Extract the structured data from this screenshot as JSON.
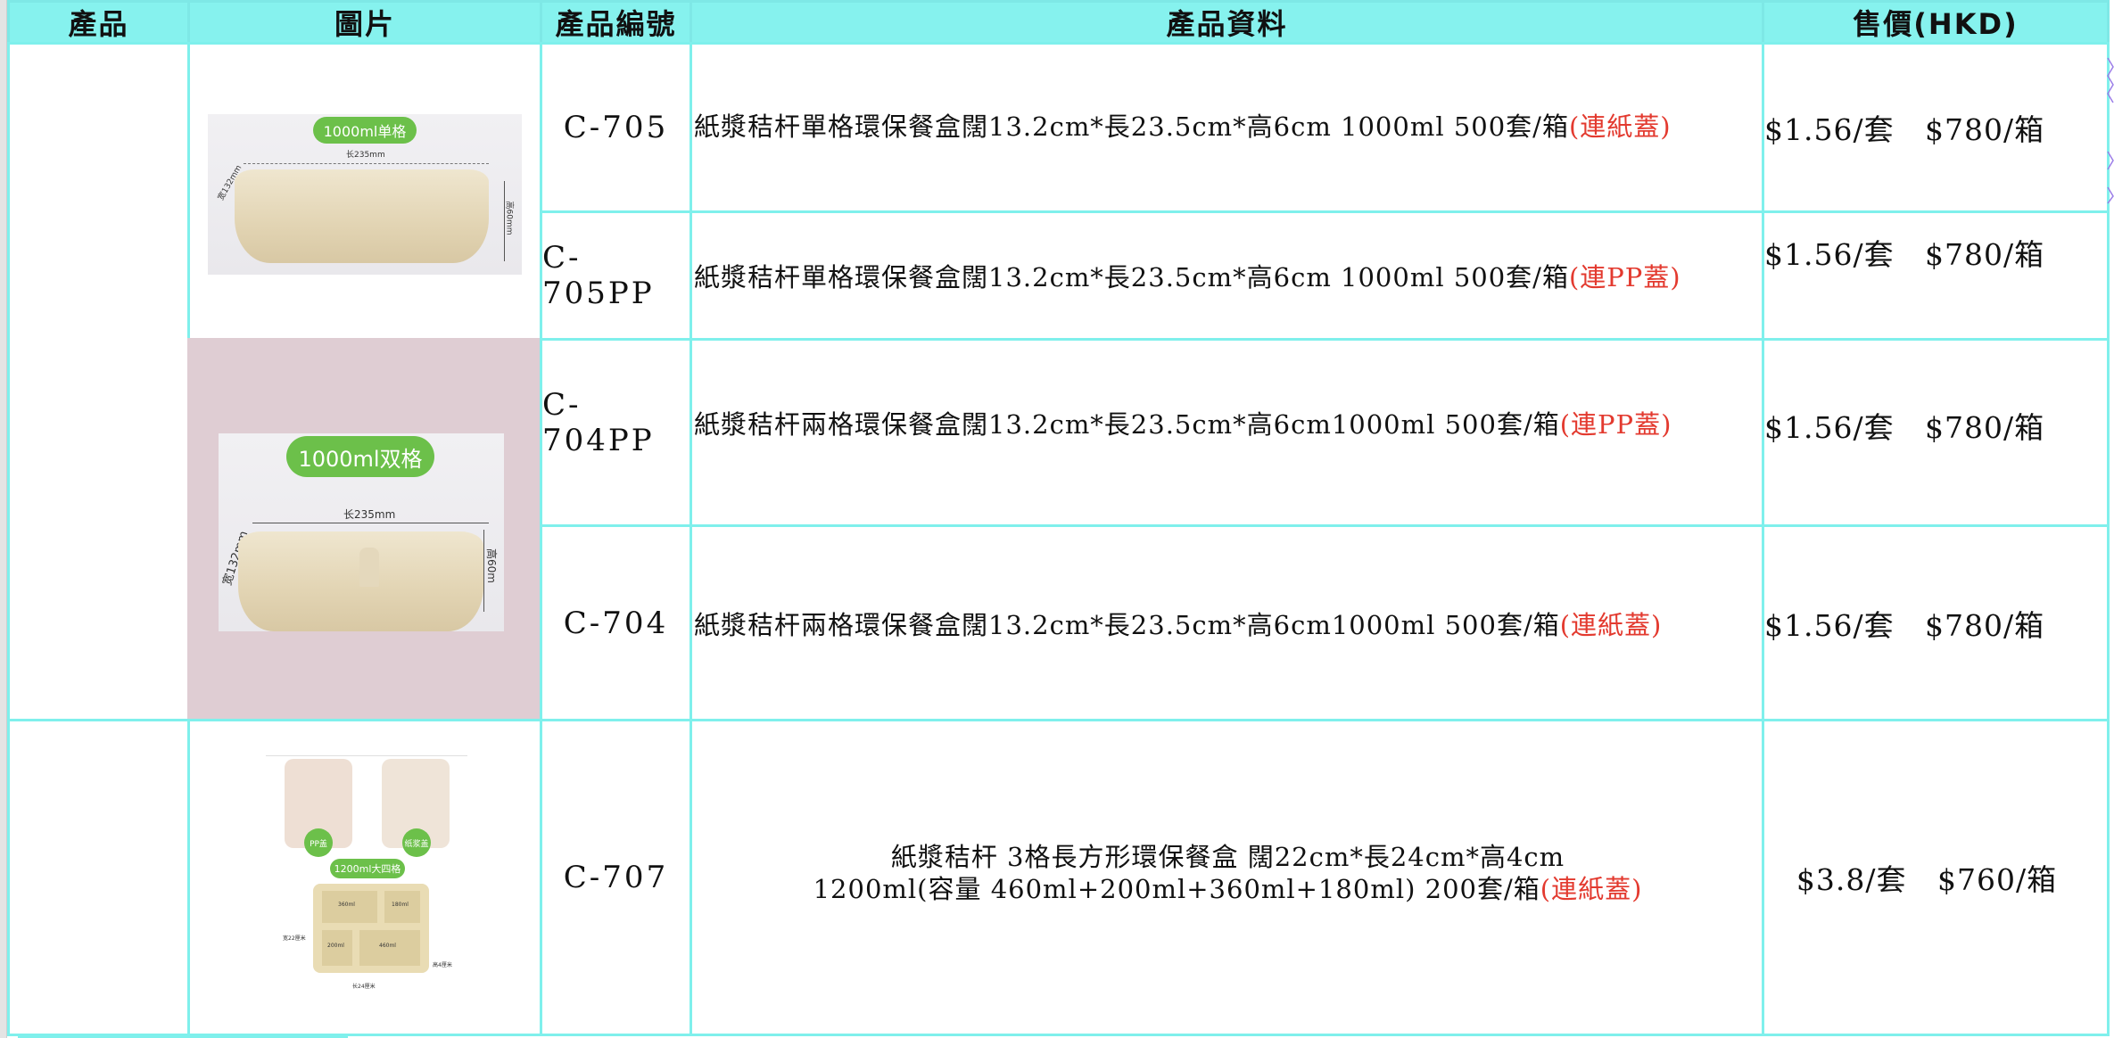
{
  "header": {
    "product": "產品",
    "image": "圖片",
    "code": "產品編號",
    "info": "產品資料",
    "price": "售價(HKD)"
  },
  "images": [
    {
      "badge": "1000ml单格",
      "length": "长235mm",
      "width": "宽132mm",
      "height": "高60mm"
    },
    {
      "badge": "1000ml双格",
      "length": "长235mm",
      "width": "宽132mm",
      "height": "高60m"
    },
    {
      "badge": "1200ml大四格",
      "pp_lid": "PP盖",
      "pulp_lid": "纸浆盖",
      "length": "长24厘米",
      "width": "宽22厘米",
      "height": "高4厘米",
      "compartments": [
        "360ml",
        "180ml",
        "200ml",
        "460ml"
      ]
    }
  ],
  "rows": [
    {
      "code": "C-705",
      "info": "紙漿秸杆單格環保餐盒闊13.2cm*長23.5cm*高6cm  1000ml 500套/箱",
      "lid": "(連紙蓋)",
      "price": "$1.56/套   $780/箱"
    },
    {
      "code": "C-705PP",
      "info": "紙漿秸杆單格環保餐盒闊13.2cm*長23.5cm*高6cm  1000ml 500套/箱",
      "lid": "(連PP蓋)",
      "price": "$1.56/套   $780/箱"
    },
    {
      "code": "C-704PP",
      "info": "紙漿秸杆兩格環保餐盒闊13.2cm*長23.5cm*高6cm1000ml  500套/箱",
      "lid": "(連PP蓋)",
      "price": "$1.56/套   $780/箱"
    },
    {
      "code": "C-704",
      "info": "紙漿秸杆兩格環保餐盒闊13.2cm*長23.5cm*高6cm1000ml  500套/箱",
      "lid": "(連紙蓋)",
      "price": "$1.56/套   $780/箱"
    },
    {
      "code": "C-707",
      "info_line1": "紙漿秸杆 3格長方形環保餐盒 闊22cm*長24cm*高4cm",
      "info_line2": "1200ml(容量 460ml+200ml+360ml+180ml) 200套/箱",
      "lid": "(連紙蓋)",
      "price": "$3.8/套   $760/箱"
    }
  ],
  "colors": {
    "grid": "#7ff0ec",
    "header_bg": "#86f2ee",
    "lid_text": "#e33a2f",
    "badge": "#6cc04a",
    "pink_bg": "#dfcdd3"
  }
}
